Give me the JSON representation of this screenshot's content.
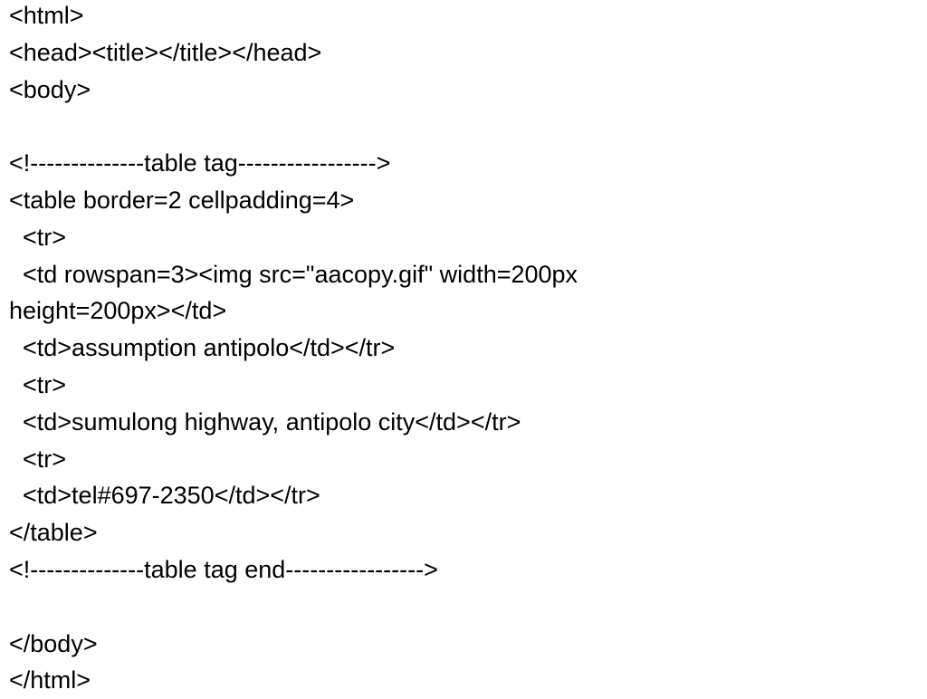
{
  "document": {
    "lines": [
      "<html>",
      "<head><title></title></head>",
      "<body>",
      "",
      "<!--------------table tag----------------->",
      "<table border=2 cellpadding=4>",
      "  <tr>",
      "  <td rowspan=3><img src=\"aacopy.gif\" width=200px",
      "height=200px></td>",
      "  <td>assumption antipolo</td></tr>",
      "  <tr>",
      "  <td>sumulong highway, antipolo city</td></tr>",
      "  <tr>",
      "  <td>tel#697-2350</td></tr>",
      "</table>",
      "<!--------------table tag end----------------->",
      "",
      "</body>",
      "</html>"
    ]
  }
}
